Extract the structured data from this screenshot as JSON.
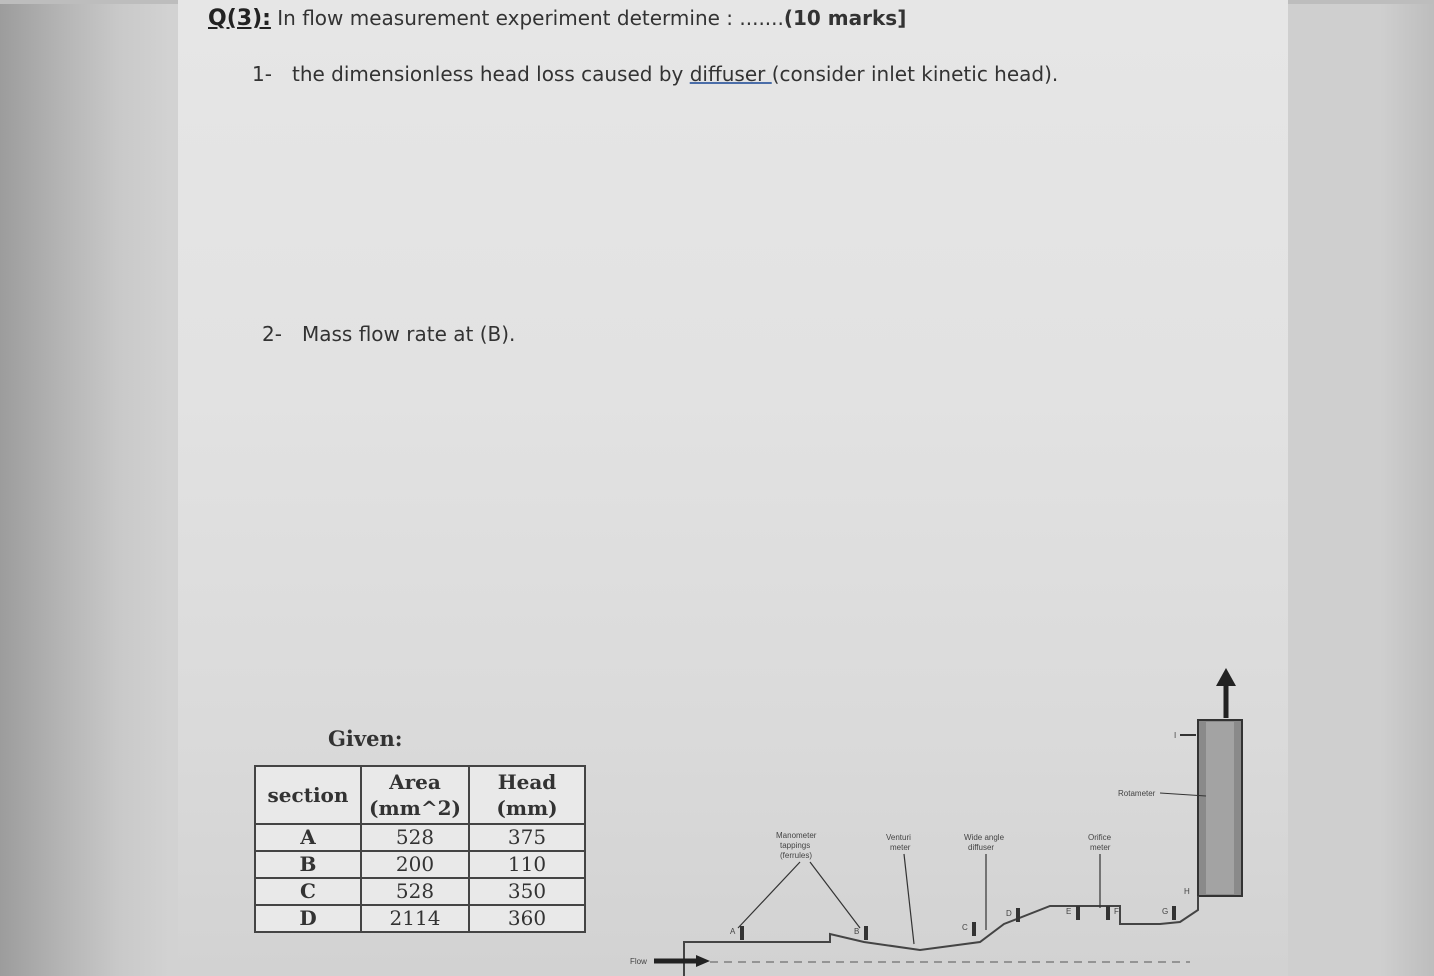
{
  "question": {
    "number": "Q(3):",
    "text": "In flow measurement experiment determine : .......",
    "marks": "(10 marks]"
  },
  "items": [
    {
      "num": "1-",
      "before": "the dimensionless head loss caused by ",
      "underlined": "diffuser ",
      "after": "(consider inlet kinetic head)."
    },
    {
      "num": "2-",
      "text": "Mass flow rate at (B)."
    }
  ],
  "given_label": "Given:",
  "table": {
    "headers": [
      [
        "section",
        ""
      ],
      [
        "Area",
        "(mm^2)"
      ],
      [
        "Head",
        "(mm)"
      ]
    ],
    "rows": [
      [
        "A",
        "528",
        "375"
      ],
      [
        "B",
        "200",
        "110"
      ],
      [
        "C",
        "528",
        "350"
      ],
      [
        "D",
        "2114",
        "360"
      ]
    ]
  },
  "diagram": {
    "labels": {
      "manometer": [
        "Manometer",
        "tappings",
        "(ferrules)"
      ],
      "venturi": [
        "Venturi",
        "meter"
      ],
      "diffuser": [
        "Wide angle",
        "diffuser"
      ],
      "orifice": [
        "Orifice",
        "meter"
      ],
      "rotameter": "Rotameter",
      "flow": "Flow"
    },
    "points": [
      "A",
      "B",
      "C",
      "D",
      "E",
      "F",
      "G",
      "H",
      "I"
    ]
  }
}
